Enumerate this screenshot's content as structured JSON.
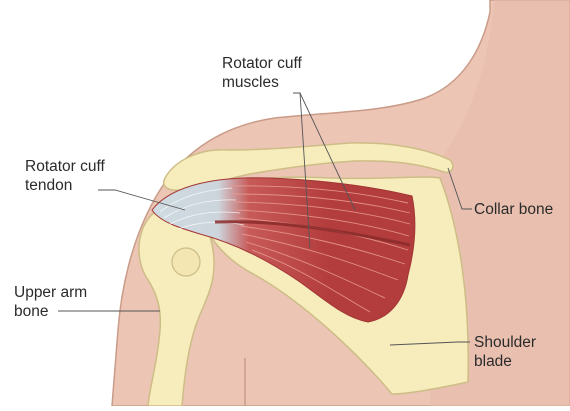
{
  "labels": {
    "muscles": {
      "line1": "Rotator cuff",
      "line2": "muscles"
    },
    "tendon": {
      "line1": "Rotator cuff",
      "line2": "tendon"
    },
    "collar": {
      "line1": "Collar bone"
    },
    "arm": {
      "line1": "Upper arm",
      "line2": "bone"
    },
    "blade": {
      "line1": "Shoulder",
      "line2": "blade"
    }
  },
  "colors": {
    "skin": "#ecc5b5",
    "skin_outline": "#c99b88",
    "bone": "#f6ecbc",
    "bone_outline": "#cdbd86",
    "muscle": "#b8403f",
    "muscle_light": "#d46a62",
    "tendon": "#cdd9e0",
    "leader": "#555555"
  }
}
